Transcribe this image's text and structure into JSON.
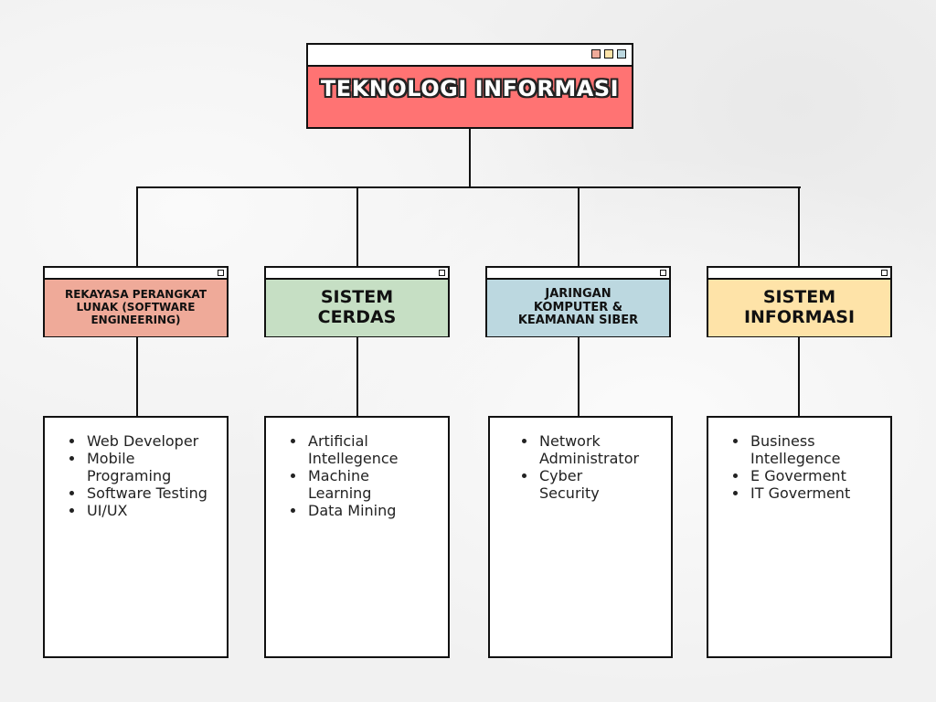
{
  "root": {
    "title": "TEKNOLOGI INFORMASI",
    "color": "#ff7373"
  },
  "children": [
    {
      "title": "REKAYASA PERANGKAT LUNAK (SOFTWARE ENGINEERING)",
      "color": "#efaa99",
      "items": [
        "Web Developer",
        "Mobile Programing",
        "Software Testing",
        "UI/UX"
      ]
    },
    {
      "title": "SISTEM CERDAS",
      "color": "#c6dfc4",
      "items": [
        "Artificial Intellegence",
        "Machine Learning",
        "Data Mining"
      ]
    },
    {
      "title": "JARINGAN KOMPUTER & KEAMANAN SIBER",
      "color": "#bcd8e0",
      "items": [
        "Network Administrator",
        "Cyber Security"
      ]
    },
    {
      "title": "SISTEM INFORMASI",
      "color": "#fee3a8",
      "items": [
        "Business Intellegence",
        "E Goverment",
        "IT Goverment"
      ]
    }
  ]
}
